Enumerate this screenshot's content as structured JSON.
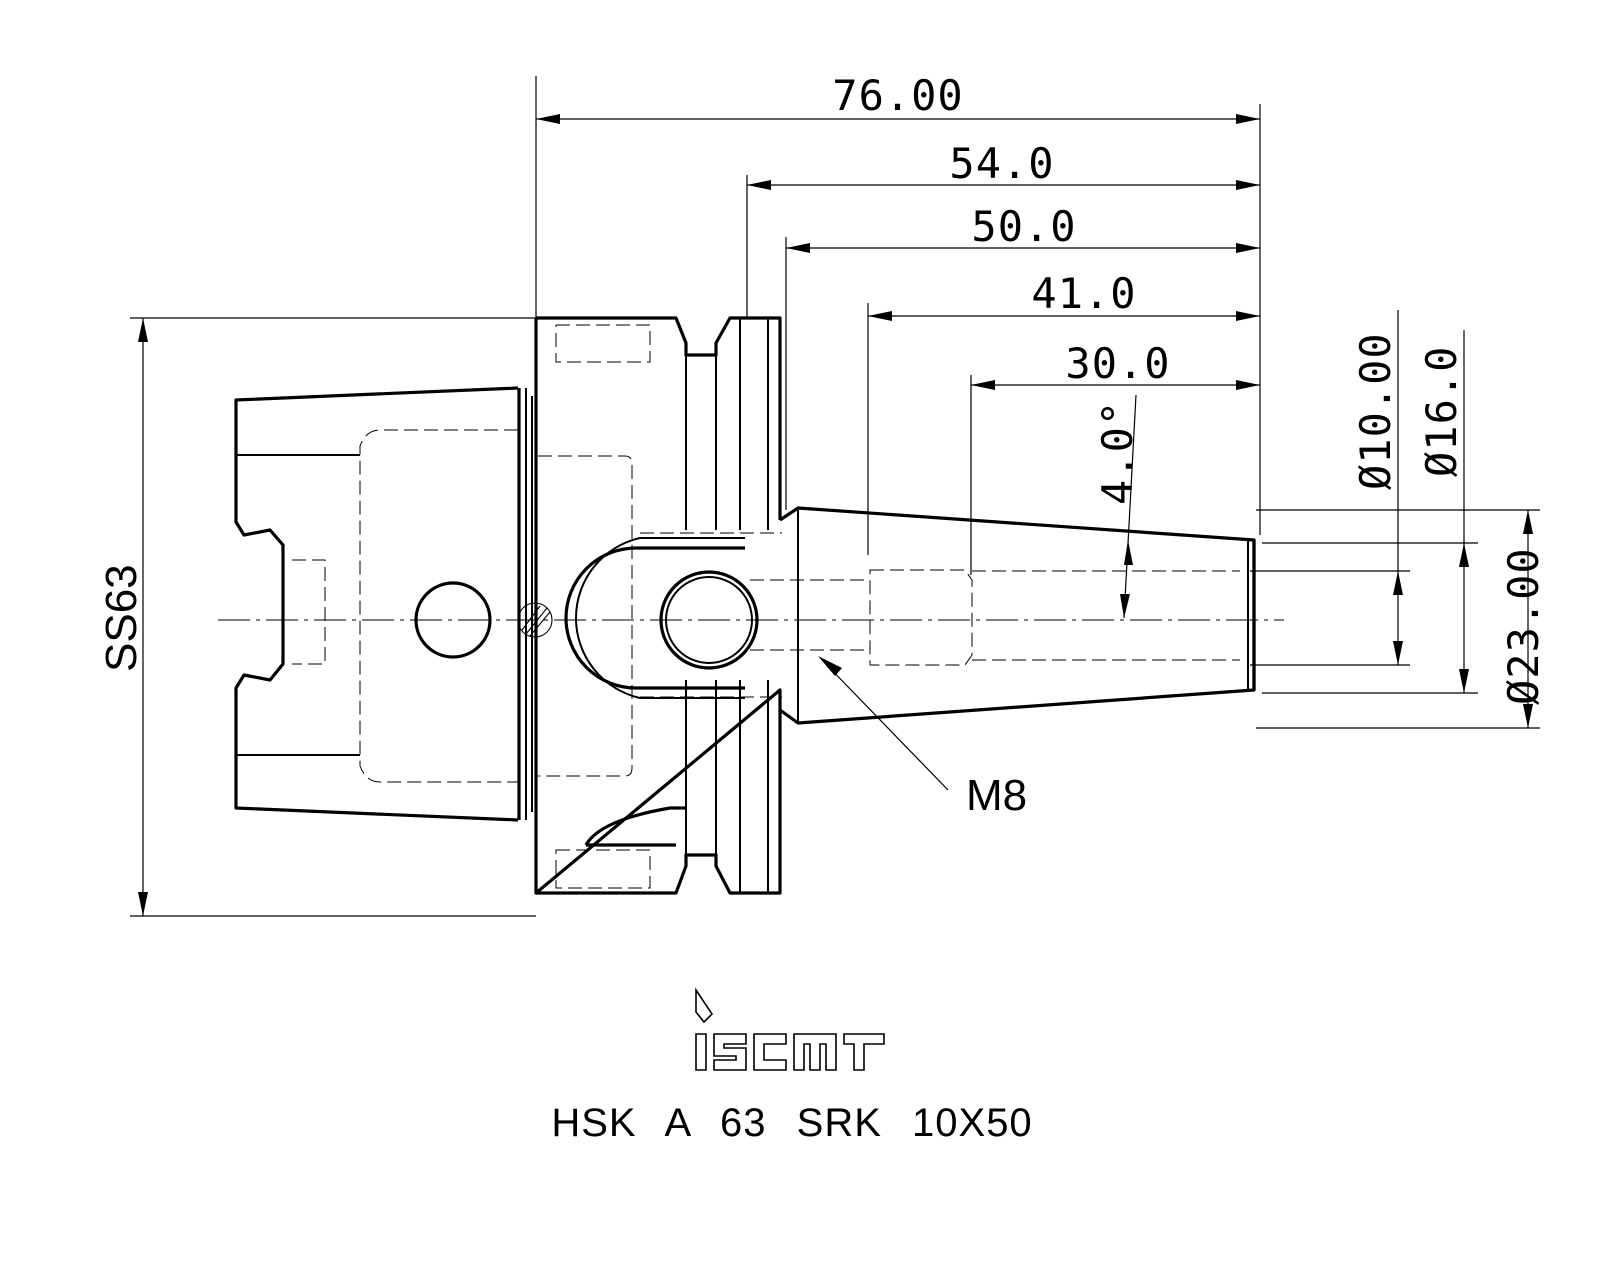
{
  "dimensions": {
    "length_total": "76.00",
    "length_54": "54.0",
    "length_50": "50.0",
    "length_41": "41.0",
    "length_30": "30.0",
    "taper_angle": "4.0°",
    "dia_10": "Ø10.00",
    "dia_16": "Ø16.0",
    "dia_23": "Ø23.00",
    "flange": "SS63"
  },
  "thread_callout": "M8",
  "logo_text": "iscar",
  "title": "HSK A 63 SRK 10X50"
}
